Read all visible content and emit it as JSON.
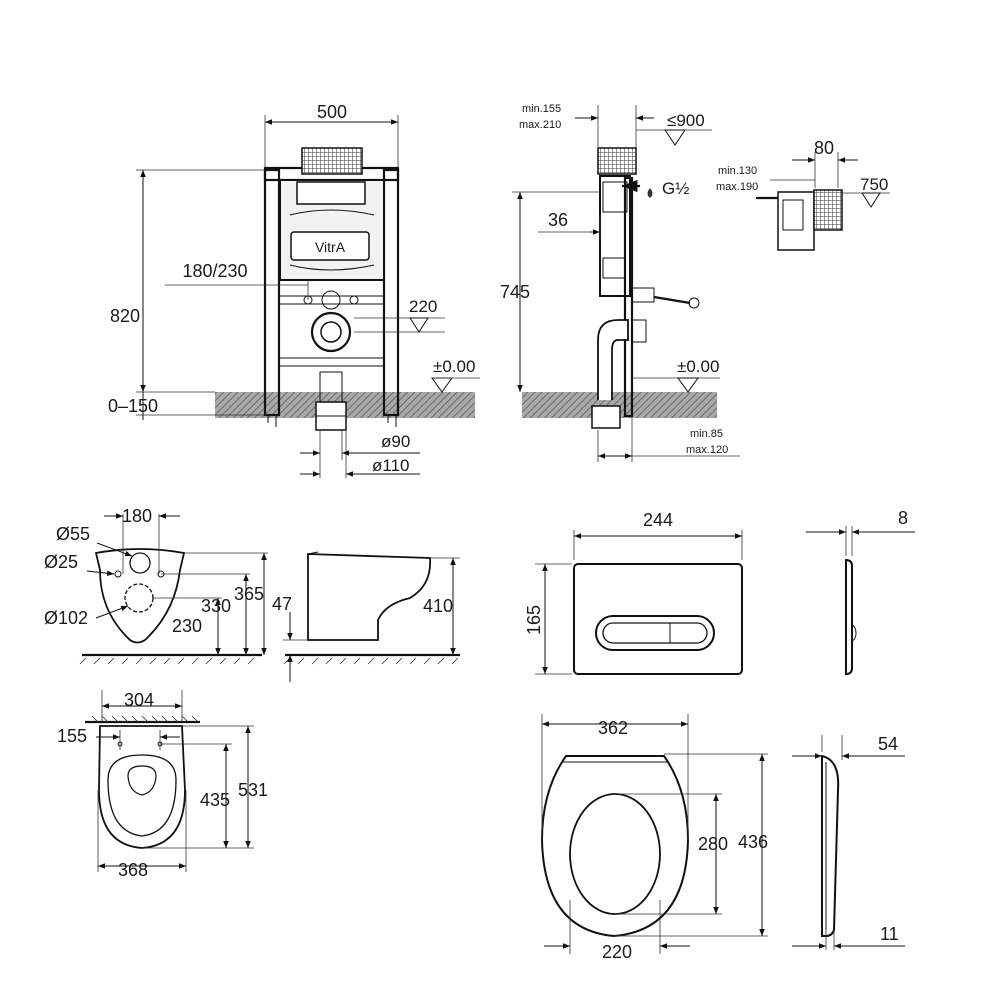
{
  "frame_front": {
    "width": "500",
    "height": "820",
    "wall_bracket": "180/230",
    "floor_range": "0–150",
    "flush_cap": "220",
    "level": "±0.00",
    "pipe_small": "ø90",
    "pipe_large": "ø110",
    "logo": "VitrA"
  },
  "frame_side": {
    "top_min": "min.155",
    "top_max": "max.210",
    "max_height": "≤900",
    "inlet": "36",
    "height": "745",
    "level": "±0.00",
    "bottom_min": "min.85",
    "bottom_max": "max.120",
    "thread": "G½"
  },
  "detail_box": {
    "min": "min.130",
    "max": "max.190",
    "depth": "80",
    "height": "750"
  },
  "bowl_front": {
    "d_large": "Ø55",
    "d_small": "Ø25",
    "d_outlet": "Ø102",
    "spacing": "180",
    "h1": "330",
    "h2": "365",
    "h3": "230"
  },
  "bowl_side": {
    "gap": "47",
    "height": "410"
  },
  "bowl_top": {
    "width": "304",
    "hole_spacing": "155",
    "length_inner": "435",
    "length": "531",
    "width_bottom": "368"
  },
  "flush_plate": {
    "width": "244",
    "height": "165",
    "depth": "8"
  },
  "seat": {
    "width": "362",
    "length": "436",
    "opening": "280",
    "hinge_width": "220",
    "thickness_top": "54",
    "thickness_bottom": "11"
  },
  "colors": {
    "line": "#111111",
    "floor_hatch": "#8a8a8a",
    "frame_fill": "#dcdcdc"
  }
}
